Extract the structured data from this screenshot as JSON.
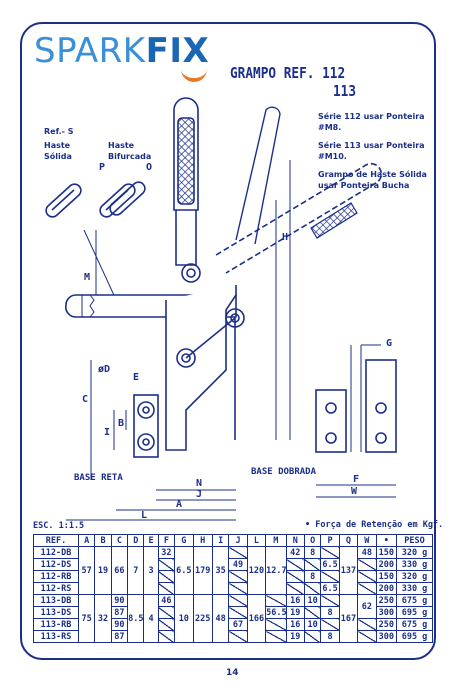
{
  "brand": {
    "logo_part1": "SPARK",
    "logo_part2": "FIX"
  },
  "header": {
    "title_line1": "GRAMPO REF.  112",
    "title_line2": "113"
  },
  "notes": {
    "ref": "Ref.- S",
    "haste_solida": [
      "Haste",
      "Sólida"
    ],
    "haste_bifurcada": [
      "Haste",
      "Bifurcada"
    ],
    "serie_112": [
      "Série 112 usar Ponteira",
      "#M8."
    ],
    "serie_113": [
      "Série 113 usar Ponteira",
      "#M10."
    ],
    "grampo": [
      "Grampo de Haste Sólida",
      "usar Ponteira Bucha"
    ]
  },
  "drawing_labels": {
    "P": "P",
    "O": "O",
    "M": "M",
    "G": "G",
    "H": "H",
    "D": "øD",
    "E": "E",
    "C": "C",
    "I": "I",
    "B": "B",
    "N": "N",
    "J": "J",
    "A": "A",
    "L": "L",
    "F": "F",
    "W": "W",
    "base_reta": "BASE RETA",
    "base_dobrada": "BASE DOBRADA"
  },
  "scale_label": "ESC. 1:1.5",
  "force_label": "• Força de Retenção em Kgf.",
  "table": {
    "headers": [
      "REF.",
      "A",
      "B",
      "C",
      "D",
      "E",
      "F",
      "G",
      "H",
      "I",
      "J",
      "L",
      "M",
      "N",
      "O",
      "P",
      "Q",
      "W",
      "•",
      "PESO"
    ],
    "rows": [
      [
        "112-DB",
        "57",
        "19",
        "66",
        "7",
        "3",
        "32",
        "6.5",
        "179",
        "35",
        "",
        "120",
        "12.7",
        "42",
        "8",
        "",
        "137",
        "48",
        "150",
        "320 g"
      ],
      [
        "112-DS",
        "",
        "",
        "",
        "",
        "",
        "",
        "",
        "",
        "",
        "49",
        "",
        "",
        "",
        "",
        "6.5",
        "",
        "",
        "200",
        "330 g"
      ],
      [
        "112-RB",
        "",
        "",
        "",
        "",
        "",
        "",
        "",
        "",
        "",
        "",
        "",
        "",
        "",
        "8",
        "",
        "",
        "",
        "150",
        "320 g"
      ],
      [
        "112-RS",
        "",
        "",
        "",
        "",
        "",
        "",
        "",
        "",
        "",
        "",
        "",
        "",
        "",
        "",
        "6.5",
        "",
        "",
        "200",
        "330 g"
      ],
      [
        "113-DB",
        "75",
        "32",
        "90",
        "8.5",
        "4",
        "46",
        "10",
        "225",
        "48",
        "67",
        "166",
        "",
        "16",
        "10",
        "",
        "167",
        "62",
        "250",
        "675 g"
      ],
      [
        "113-DS",
        "",
        "",
        "87",
        "",
        "",
        "",
        "",
        "",
        "",
        "",
        "",
        "56.5",
        "19",
        "",
        "8",
        "",
        "",
        "300",
        "695 g"
      ],
      [
        "113-RB",
        "",
        "",
        "90",
        "",
        "",
        "",
        "",
        "",
        "",
        "",
        "",
        "",
        "16",
        "10",
        "",
        "",
        "",
        "250",
        "675 g"
      ],
      [
        "113-RS",
        "",
        "",
        "87",
        "",
        "",
        "",
        "",
        "",
        "",
        "",
        "",
        "",
        "19",
        "",
        "8",
        "",
        "",
        "300",
        "695 g"
      ]
    ]
  },
  "page_number": "14"
}
